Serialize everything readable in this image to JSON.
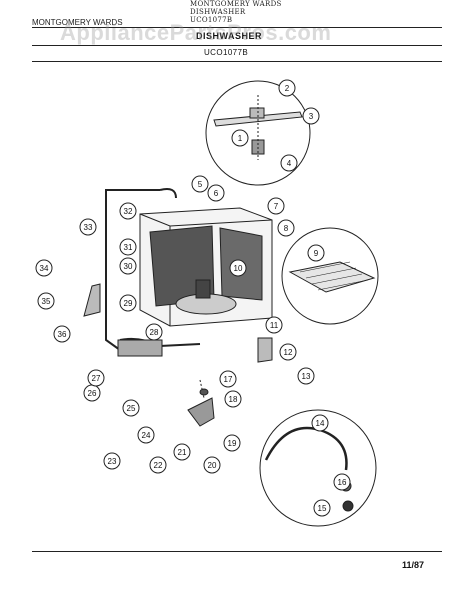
{
  "header": {
    "brand_top": "MONTGOMERY WARDS",
    "product_top": "DISHWASHER",
    "model_top": "UCO1077B",
    "brand_left": "MONTGOMERY WARDS",
    "title": "DISHWASHER",
    "model": "UCO1077B"
  },
  "watermark": "AppliancePartsPros.com",
  "footer": {
    "date": "11/87"
  },
  "callouts": [
    "1",
    "2",
    "3",
    "4",
    "5",
    "6",
    "7",
    "8",
    "9",
    "10",
    "11",
    "12",
    "13",
    "14",
    "15",
    "16",
    "17",
    "18",
    "19",
    "20",
    "21",
    "22",
    "23",
    "24",
    "25",
    "26",
    "27",
    "28",
    "29",
    "30",
    "31",
    "32",
    "33",
    "34",
    "35",
    "36"
  ]
}
